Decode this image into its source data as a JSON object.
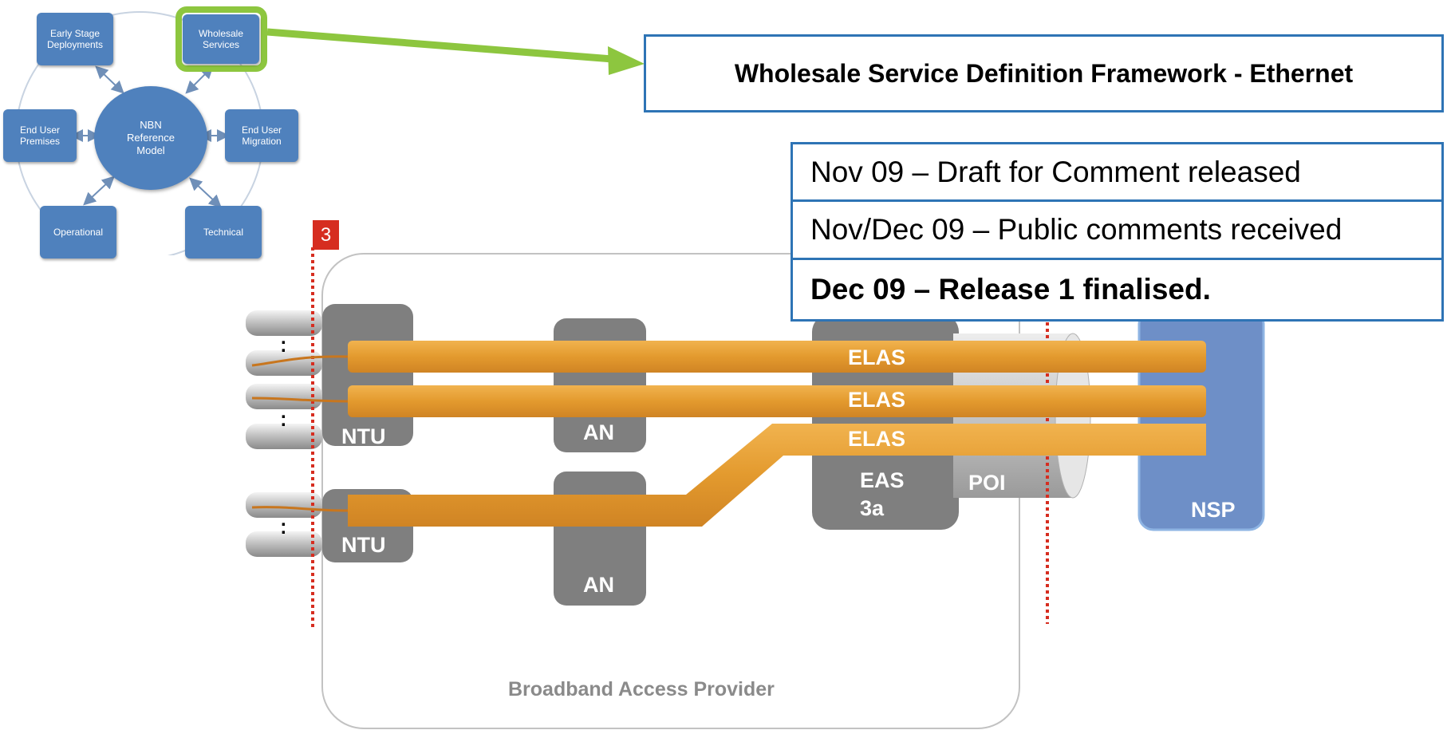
{
  "reference_model": {
    "center": "NBN Reference Model",
    "nodes": {
      "early_stage": "Early Stage Deployments",
      "wholesale": "Wholesale Services",
      "end_user_premises": "End User Premises",
      "end_user_migration": "End User Migration",
      "operational": "Operational",
      "technical": "Technical"
    },
    "highlight_color": "#8dc63f"
  },
  "framework": {
    "title": "Wholesale Service Definition Framework - Ethernet"
  },
  "timeline": [
    "Nov 09 – Draft for Comment released",
    "Nov/Dec 09 – Public comments received",
    "Dec 09 – Release 1 finalised."
  ],
  "diagram": {
    "marker": "3",
    "ntu": [
      "NTU",
      "NTU"
    ],
    "an": [
      "AN",
      "AN"
    ],
    "eas_line1": "EAS",
    "eas_line2": "3a",
    "poi": "POI",
    "nsp": "NSP",
    "elas": [
      "ELAS",
      "ELAS",
      "ELAS"
    ],
    "provider": "Broadband Access Provider",
    "colors": {
      "elas": "#e8a33a",
      "box_gray": "#7f7f7f",
      "nsp": "#6e8fc7",
      "marker": "#d62d20",
      "boundary": "#c0c0c0"
    }
  }
}
